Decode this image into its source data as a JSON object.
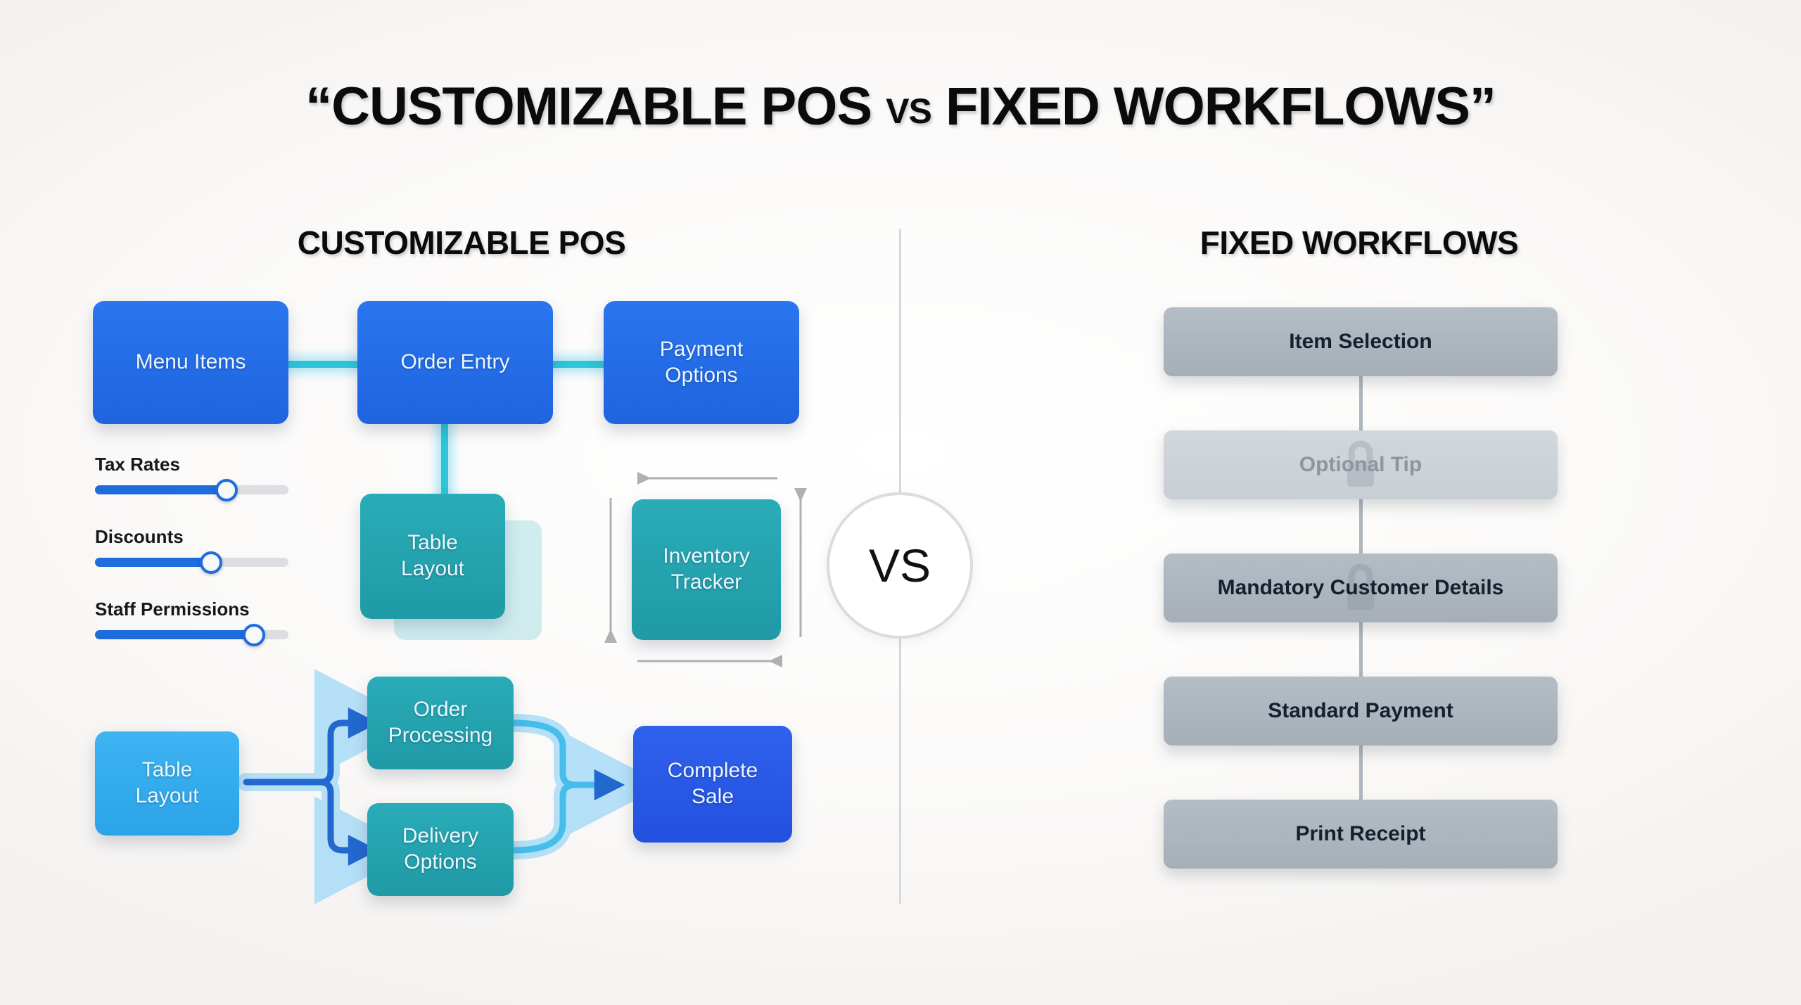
{
  "title": {
    "full": "“CUSTOMIZABLE POS VS FIXED WORKFLOWS”",
    "part_one": "“CUSTOMIZABLE POS ",
    "vs": "VS",
    "part_two": " FIXED WORKFLOWS”"
  },
  "center": {
    "vs_label": "VS"
  },
  "left_panel": {
    "heading": "CUSTOMIZABLE POS",
    "top_row": [
      {
        "label": "Menu Items",
        "color": "#2a76ef"
      },
      {
        "label": "Order Entry",
        "color": "#2a76ef"
      },
      {
        "label": "Payment\nOptions",
        "line1": "Payment",
        "line2": "Options",
        "color": "#2a76ef"
      }
    ],
    "sliders": [
      {
        "label": "Tax Rates",
        "value": 68
      },
      {
        "label": "Discounts",
        "value": 60
      },
      {
        "label": "Staff Permissions",
        "value": 82
      }
    ],
    "middle_nodes": [
      {
        "label": "Table Layout",
        "line1": "Table",
        "line2": "Layout",
        "color": "#2aacb8",
        "has_ghost": true
      },
      {
        "label": "Inventory Tracker",
        "line1": "Inventory",
        "line2": "Tracker",
        "color": "#2aacb8",
        "resizable": true
      }
    ],
    "flow": {
      "source": {
        "label": "Table Layout",
        "line1": "Table",
        "line2": "Layout",
        "color": "#3eb4f3"
      },
      "branches": [
        {
          "label": "Order Processing",
          "line1": "Order",
          "line2": "Processing",
          "color": "#2aacb8"
        },
        {
          "label": "Delivery Options",
          "line1": "Delivery",
          "line2": "Options",
          "color": "#2aacb8"
        }
      ],
      "target": {
        "label": "Complete Sale",
        "line1": "Complete",
        "line2": "Sale",
        "color": "#2f61ec"
      }
    }
  },
  "right_panel": {
    "heading": "FIXED WORKFLOWS",
    "steps": [
      {
        "label": "Item Selection",
        "disabled": false,
        "locked": false
      },
      {
        "label": "Optional Tip",
        "disabled": true,
        "locked": true
      },
      {
        "label": "Mandatory Customer Details",
        "disabled": false,
        "locked": true
      },
      {
        "label": "Standard Payment",
        "disabled": false,
        "locked": false
      },
      {
        "label": "Print Receipt",
        "disabled": false,
        "locked": false
      }
    ]
  },
  "colors": {
    "blue": "#2a76ef",
    "blue_deep": "#2f61ec",
    "light_blue": "#3eb4f3",
    "teal": "#2aacb8",
    "gray_step": "#a6aeb8",
    "gray_step_disabled": "#c8ced4",
    "connector_cyan": "#2fc4d8",
    "arrow_blue": "#2268cf",
    "divider": "#d8d8d8",
    "background": "#fbfaf9"
  }
}
